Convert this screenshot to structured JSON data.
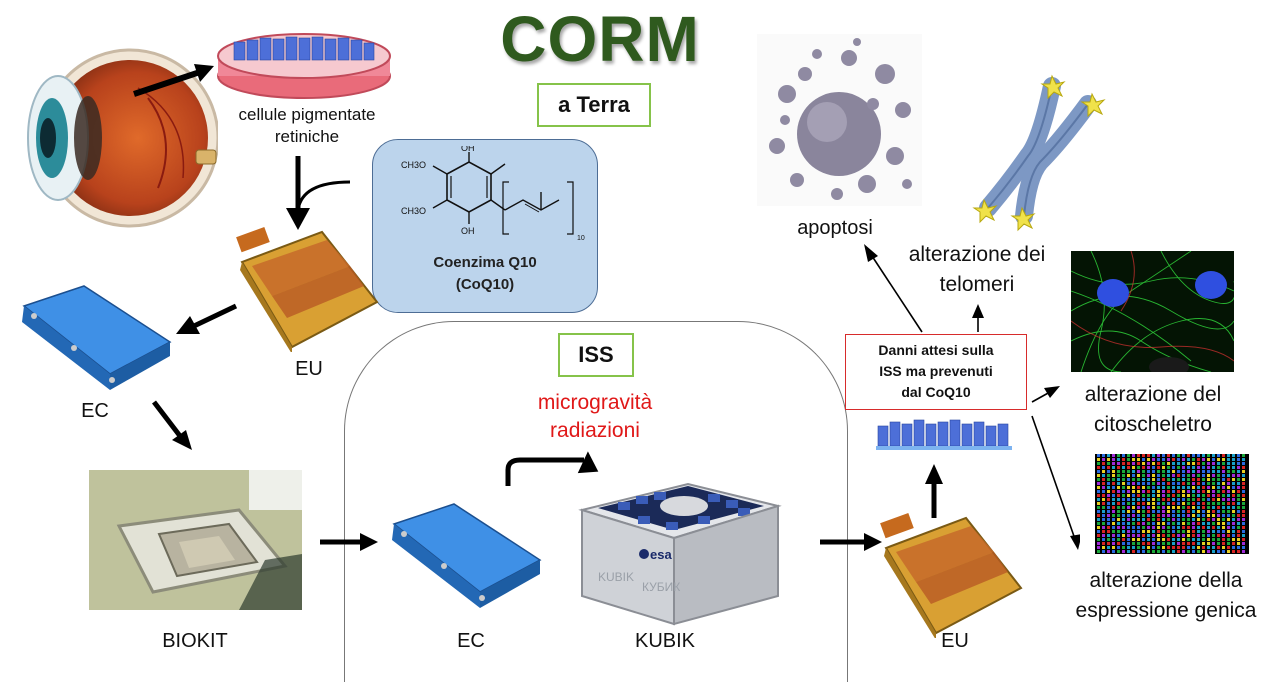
{
  "title": "CORM",
  "ground_label": "a Terra",
  "iss_label": "ISS",
  "iss_conditions": [
    "microgravità",
    "radiazioni"
  ],
  "compound": {
    "name": "Coenzima Q10",
    "abbr": "(CoQ10)",
    "structure_labels": {
      "oh_top": "OH",
      "oh_bottom": "OH",
      "methoxy_top": "CH3O",
      "methoxy_bottom": "CH3O",
      "subscript": "10"
    }
  },
  "cells_label": [
    "cellule pigmentate",
    "retiniche"
  ],
  "units": {
    "eu_top": "EU",
    "ec_left": "EC",
    "biokit": "BIOKIT",
    "ec_iss": "EC",
    "kubik": "KUBIK",
    "eu_bottom": "EU",
    "kubik_marks": {
      "agency": "esa",
      "name_latin": "KUBIK",
      "name_cyrillic": "КУБИК"
    }
  },
  "damage_box": "Danni attesi sulla\nISS ma prevenuti\ndal CoQ10",
  "outcomes": {
    "apoptosis": "apoptosi",
    "telomeres": [
      "alterazione dei",
      "telomeri"
    ],
    "cytoskeleton": [
      "alterazione del",
      "citoscheletro"
    ],
    "gene_expression": [
      "alterazione della",
      "espressione genica"
    ]
  },
  "colors": {
    "title": "#2f5a1e",
    "box_border_green": "#86c34a",
    "coq_box_fill": "#bcd4ec",
    "damage_border": "#d72b2b",
    "iss_conditions": "#e01818",
    "ec_blue": "#2f7fd6",
    "cell_blue": "#3b6fd1",
    "eu_orange": "#d9a033"
  },
  "icons": [
    "eye-icon",
    "petri-dish-icon",
    "coq10-structure-icon",
    "experiment-unit-icon",
    "experiment-container-icon",
    "biokit-box-icon",
    "kubik-incubator-icon",
    "apoptotic-cell-icon",
    "chromosome-icon",
    "cytoskeleton-micrograph-icon",
    "gene-expression-heatmap-icon",
    "cell-layer-icon"
  ]
}
